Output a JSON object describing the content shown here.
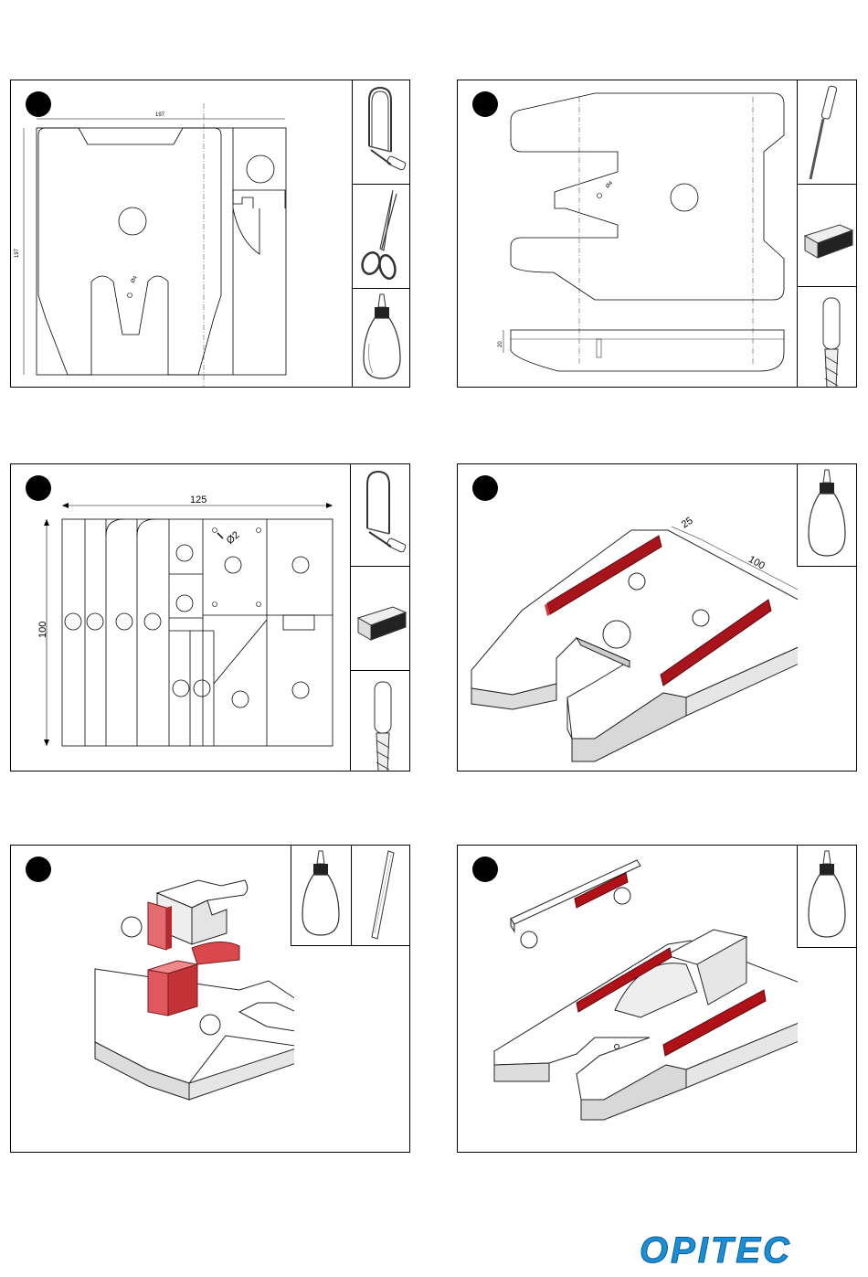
{
  "steps": [
    {
      "id": 1,
      "dims": {
        "width": "197",
        "height": "197",
        "hole": "Ø4"
      },
      "tools": [
        "fretsaw-icon",
        "scissors-icon",
        "glue-bottle-icon"
      ]
    },
    {
      "id": 2,
      "dims": {
        "hole": "Ø4",
        "thickness": "20"
      },
      "tools": [
        "file-icon",
        "sandpaper-block-icon",
        "drill-bit-icon"
      ]
    },
    {
      "id": 3,
      "dims": {
        "width": "125",
        "height": "100",
        "hole": "Ø2"
      },
      "tools": [
        "fretsaw-icon",
        "sandpaper-block-icon",
        "drill-bit-icon"
      ]
    },
    {
      "id": 4,
      "dims": {
        "a": "25",
        "b": "100",
        "c": "25"
      },
      "tools": [
        "glue-bottle-icon"
      ]
    },
    {
      "id": 5,
      "dims": {},
      "tools": [
        "glue-bottle-icon",
        "ruler-icon"
      ]
    },
    {
      "id": 6,
      "dims": {},
      "tools": [
        "glue-bottle-icon"
      ]
    }
  ],
  "brand": {
    "logo_text": "OPITEC",
    "accent_color": "#1b8fd6",
    "highlight_color": "#b01018"
  }
}
